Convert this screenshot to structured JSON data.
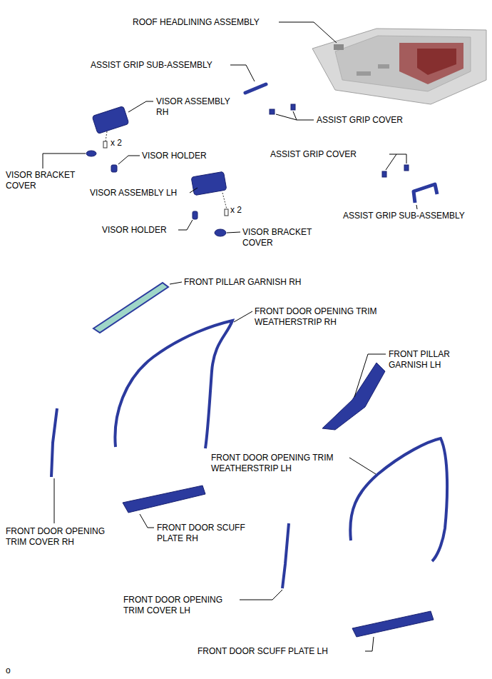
{
  "diagram": {
    "labels": [
      "ROOF HEADLINING ASSEMBLY",
      "ASSIST GRIP SUB-ASSEMBLY",
      "VISOR ASSEMBLY RH",
      "ASSIST GRIP COVER",
      "x 2",
      "VISOR HOLDER",
      "VISOR BRACKET COVER",
      "ASSIST GRIP COVER",
      "VISOR ASSEMBLY LH",
      "ASSIST GRIP SUB-ASSEMBLY",
      "VISOR HOLDER",
      "x 2",
      "VISOR BRACKET COVER",
      "FRONT PILLAR GARNISH RH",
      "FRONT DOOR OPENING TRIM WEATHERSTRIP RH",
      "FRONT PILLAR GARNISH LH",
      "FRONT DOOR OPENING TRIM WEATHERSTRIP LH",
      "FRONT DOOR OPENING TRIM COVER RH",
      "FRONT DOOR SCUFF PLATE RH",
      "FRONT DOOR OPENING TRIM COVER LH",
      "FRONT DOOR SCUFF PLATE LH",
      "o"
    ]
  }
}
